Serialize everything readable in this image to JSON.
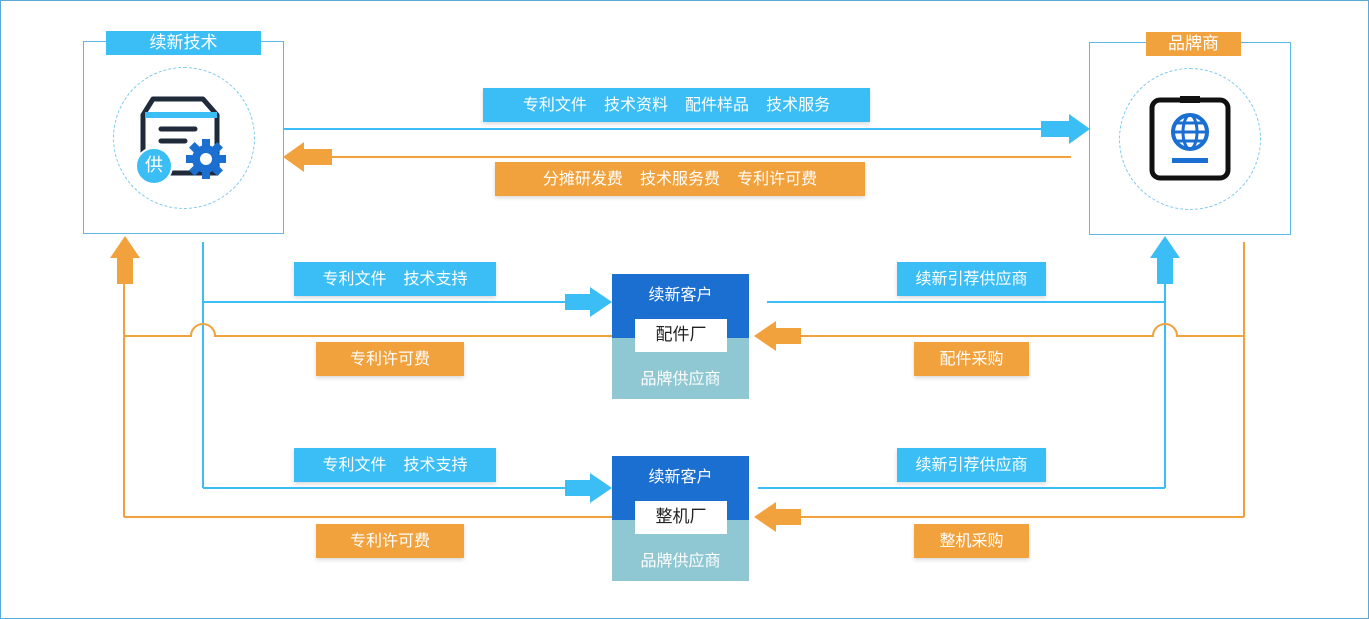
{
  "colors": {
    "blue": "#3bbef5",
    "orange": "#f2a23c",
    "dark_blue": "#1a6fd1",
    "teal": "#8fc7d2"
  },
  "left_node": {
    "title": "续新技术",
    "badge": "供",
    "icon": "supplier-box-gear-icon"
  },
  "right_node": {
    "title": "品牌商",
    "icon": "brand-globe-badge-icon"
  },
  "top_flow": {
    "to_brand": [
      "专利文件",
      "技术资料",
      "配件样品",
      "技术服务"
    ],
    "to_tech": [
      "分摊研发费",
      "技术服务费",
      "专利许可费"
    ]
  },
  "customer1": {
    "label_top": "续新客户",
    "label_mid": "配件厂",
    "label_bottom": "品牌供应商"
  },
  "customer2": {
    "label_top": "续新客户",
    "label_mid": "整机厂",
    "label_bottom": "品牌供应商"
  },
  "row1": {
    "left_blue": [
      "专利文件",
      "技术支持"
    ],
    "left_orange": "专利许可费",
    "right_blue": "续新引荐供应商",
    "right_orange": "配件采购"
  },
  "row2": {
    "left_blue": [
      "专利文件",
      "技术支持"
    ],
    "left_orange": "专利许可费",
    "right_blue": "续新引荐供应商",
    "right_orange": "整机采购"
  }
}
